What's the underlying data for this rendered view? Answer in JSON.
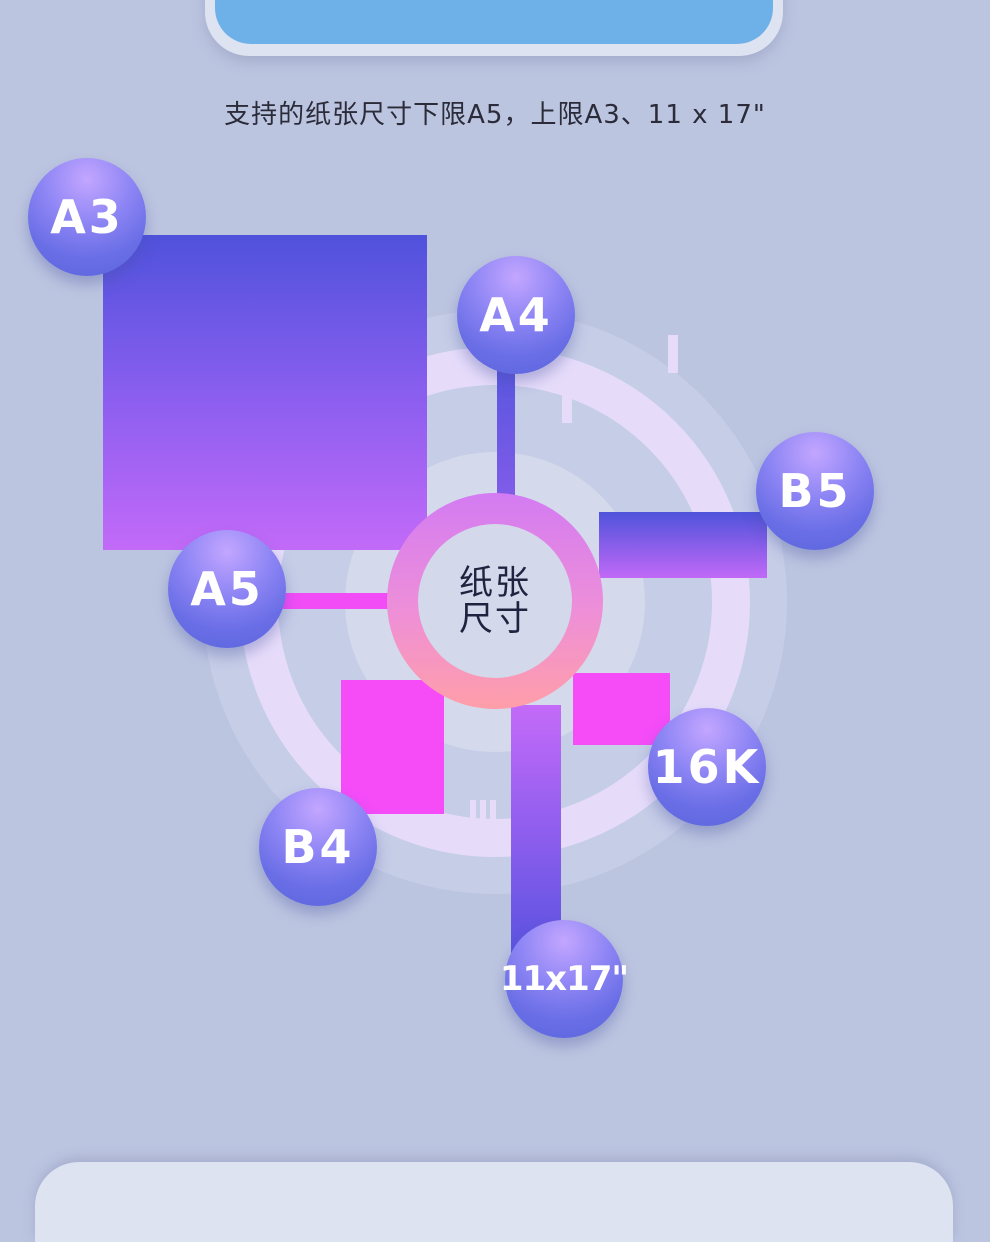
{
  "caption": "支持的纸张尺寸下限A5，上限A3、11 x 17\"",
  "center": {
    "line1": "纸张",
    "line2": "尺寸"
  },
  "sizes": {
    "a3": "A3",
    "a4": "A4",
    "b5": "B5",
    "a5": "A5",
    "b4": "B4",
    "k16": "16K",
    "tabloid": "11x17\""
  },
  "colors": {
    "background": "#bcc5e0",
    "top_card_fill": "#6eb1e8",
    "accent_magenta": "#f54cf8",
    "accent_purple": "#5a56e0"
  }
}
